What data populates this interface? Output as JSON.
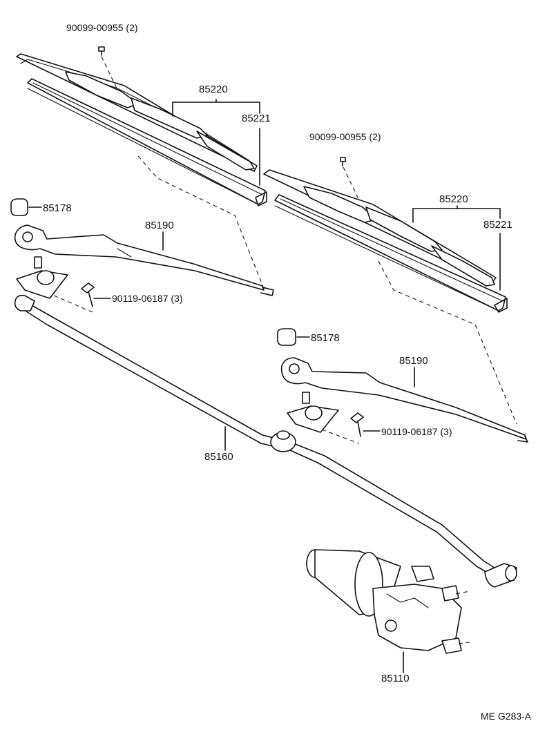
{
  "diagram_code": "ME G283-A",
  "labels": {
    "bolt_blade_left": "90099-00955 (2)",
    "blade_assy_left": "85220",
    "blade_rubber_left": "85221",
    "bolt_blade_right": "90099-00955 (2)",
    "blade_assy_right": "85220",
    "blade_rubber_right": "85221",
    "cap_left": "85178",
    "arm_left": "85190",
    "bolt_pivot_left": "90119-06187 (3)",
    "cap_right": "85178",
    "arm_right": "85190",
    "bolt_pivot_right": "90119-06187 (3)",
    "link_assy": "85160",
    "motor_assy": "85110"
  }
}
